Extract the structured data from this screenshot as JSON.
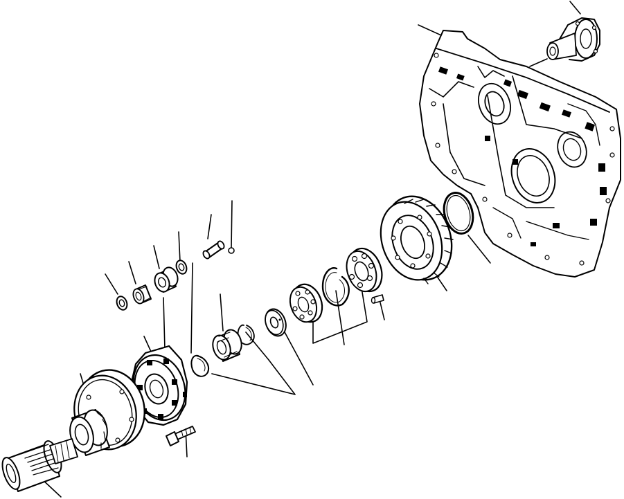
{
  "diagram": {
    "kind": "exploded-parts-view",
    "line_color": "#000000",
    "background": "#ffffff",
    "parts": [
      {
        "name": "transmission-case",
        "icon": "gear-case-housing"
      },
      {
        "name": "cover-flange",
        "icon": "flanged-sleeve"
      },
      {
        "name": "o-ring",
        "icon": "ring"
      },
      {
        "name": "large-gear",
        "icon": "spur-gear"
      },
      {
        "name": "pin-small",
        "icon": "pin"
      },
      {
        "name": "ball-bearing-large",
        "icon": "ball-bearing"
      },
      {
        "name": "snap-ring-large",
        "icon": "snap-ring"
      },
      {
        "name": "ball-bearing-small",
        "icon": "ball-bearing"
      },
      {
        "name": "seal-plate",
        "icon": "seal"
      },
      {
        "name": "snap-ring-small",
        "icon": "snap-ring"
      },
      {
        "name": "needle-bearing",
        "icon": "roller-bearing"
      },
      {
        "name": "snap-ring-carrier",
        "icon": "snap-ring"
      },
      {
        "name": "planet-carrier",
        "icon": "carrier"
      },
      {
        "name": "shaft-pin",
        "icon": "pin"
      },
      {
        "name": "ball-plug",
        "icon": "ball"
      },
      {
        "name": "washer-right",
        "icon": "washer"
      },
      {
        "name": "bearing-race",
        "icon": "bearing"
      },
      {
        "name": "needle-roller",
        "icon": "roller-bearing"
      },
      {
        "name": "washer-left",
        "icon": "washer"
      },
      {
        "name": "drive-flange",
        "icon": "flange"
      },
      {
        "name": "bolt",
        "icon": "bolt"
      },
      {
        "name": "splined-shaft",
        "icon": "splined-shaft"
      }
    ]
  }
}
